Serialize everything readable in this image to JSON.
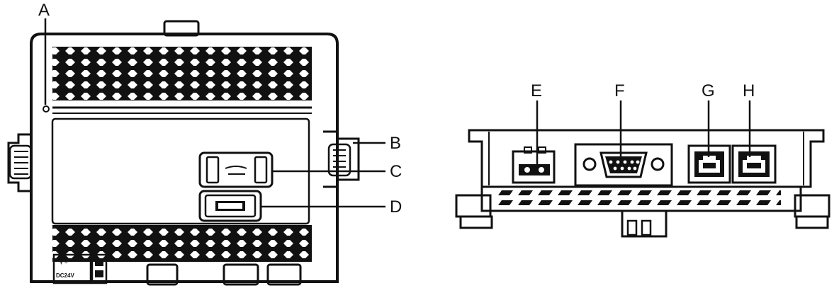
{
  "figure": {
    "callouts": {
      "A": "A",
      "B": "B",
      "C": "C",
      "D": "D",
      "E": "E",
      "F": "F",
      "G": "G",
      "H": "H"
    },
    "power_marking": {
      "polarity": "+ −",
      "voltage": "DC24V"
    }
  },
  "colors": {
    "line": "#111111",
    "background": "#ffffff"
  }
}
